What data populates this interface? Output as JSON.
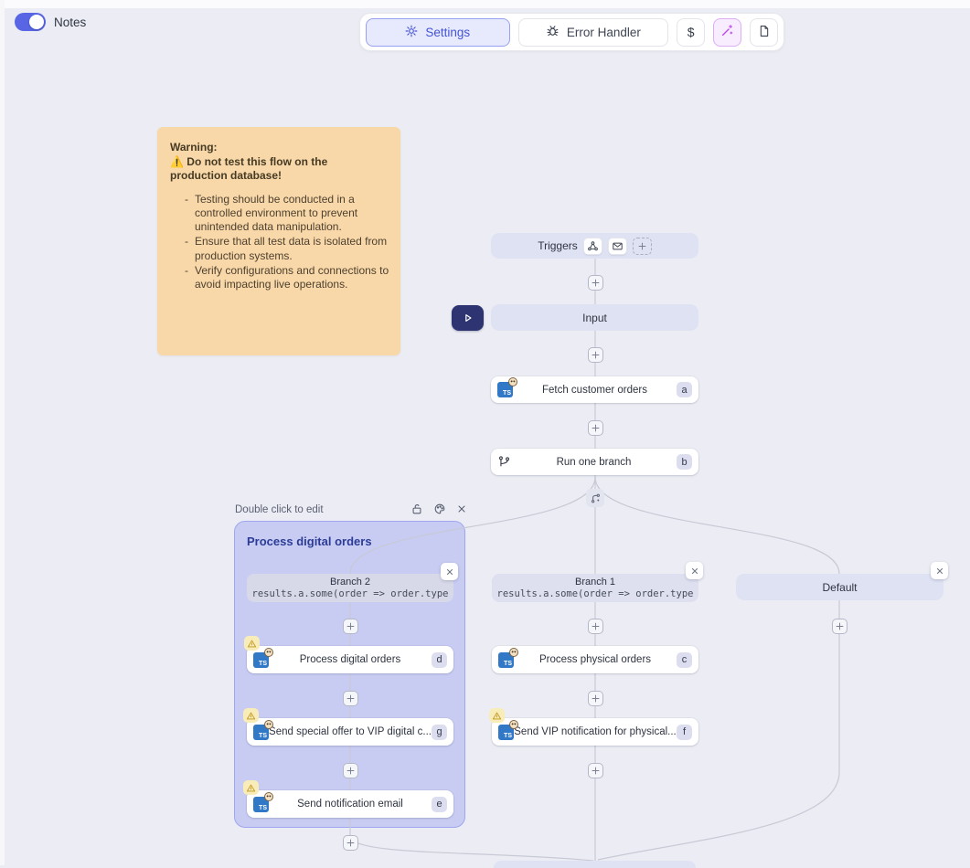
{
  "topbar": {
    "notes_label": "Notes",
    "settings_label": "Settings",
    "error_handler_label": "Error Handler",
    "dollar_label": "$"
  },
  "note": {
    "title": "Warning:",
    "subtitle": "⚠️ Do not test this flow on the production database!",
    "bullets": [
      "Testing should be conducted in a controlled environment to prevent unintended data manipulation.",
      "Ensure that all test data is isolated from production systems.",
      "Verify configurations and connections to avoid impacting live operations."
    ]
  },
  "flow": {
    "triggers": {
      "label": "Triggers"
    },
    "input": {
      "label": "Input"
    },
    "fetch_orders": {
      "label": "Fetch customer orders",
      "badge": "a"
    },
    "run_one_branch": {
      "label": "Run one branch",
      "badge": "b"
    },
    "group": {
      "hint": "Double click to edit",
      "title": "Process digital orders"
    },
    "branch2": {
      "title": "Branch 2",
      "condition": "results.a.some(order => order.type"
    },
    "branch1": {
      "title": "Branch 1",
      "condition": "results.a.some(order => order.type"
    },
    "default_branch": {
      "label": "Default"
    },
    "process_digital": {
      "label": "Process digital orders",
      "badge": "d"
    },
    "send_special_offer": {
      "label": "Send special offer to VIP digital c...",
      "badge": "g"
    },
    "send_notification_email": {
      "label": "Send notification email",
      "badge": "e"
    },
    "process_physical": {
      "label": "Process physical orders",
      "badge": "c"
    },
    "send_vip_notification": {
      "label": "Send VIP notification for physical...",
      "badge": "f"
    }
  },
  "icons": {
    "ts": "TS"
  },
  "colors": {
    "canvas": "#ecedf4",
    "accent_indigo": "#4553d8",
    "toggle_on": "#5866e6",
    "wand_purple": "#bf4be6",
    "note_bg": "#f8d8a8",
    "group_bg": "#aab2f0",
    "group_title": "#2c3c96",
    "warning_chip": "#f8edb9",
    "ts_blue": "#3178c6",
    "wire": "#c7c9d5",
    "play_navy": "#2e3472"
  }
}
